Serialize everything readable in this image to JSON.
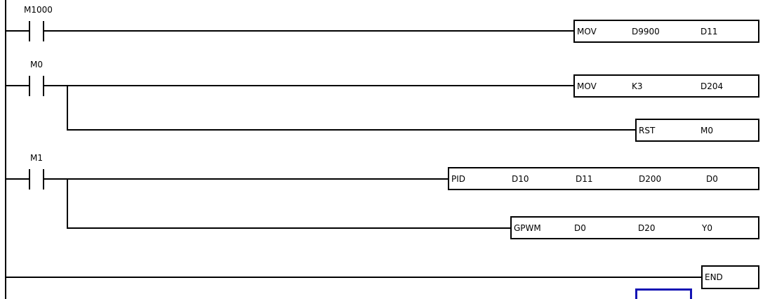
{
  "editor": {
    "type": "plc-ladder-diagram",
    "accent_color": "#1414b4",
    "line_color": "#000000",
    "background_color": "#ffffff"
  },
  "rungs": [
    {
      "id": "rung-1",
      "contacts": [
        {
          "label": "M1000",
          "type": "no-contact"
        }
      ],
      "instructions": [
        {
          "mnemonic": "MOV",
          "operands": [
            "D9900",
            "D11"
          ]
        }
      ]
    },
    {
      "id": "rung-2",
      "contacts": [
        {
          "label": "M0",
          "type": "no-contact"
        }
      ],
      "instructions": [
        {
          "mnemonic": "MOV",
          "operands": [
            "K3",
            "D204"
          ]
        },
        {
          "mnemonic": "RST",
          "operands": [
            "M0"
          ]
        }
      ]
    },
    {
      "id": "rung-3",
      "contacts": [
        {
          "label": "M1",
          "type": "no-contact"
        }
      ],
      "instructions": [
        {
          "mnemonic": "PID",
          "operands": [
            "D10",
            "D11",
            "D200",
            "D0"
          ]
        },
        {
          "mnemonic": "GPWM",
          "operands": [
            "D0",
            "D20",
            "Y0"
          ]
        }
      ]
    },
    {
      "id": "rung-4",
      "contacts": [],
      "instructions": [
        {
          "mnemonic": "END",
          "operands": []
        }
      ]
    }
  ],
  "labels": {
    "m1000": "M1000",
    "m0": "M0",
    "m1": "M1"
  },
  "boxes": {
    "mov1": {
      "mnemonic": "MOV",
      "op1": "D9900",
      "op2": "D11"
    },
    "mov2": {
      "mnemonic": "MOV",
      "op1": "K3",
      "op2": "D204"
    },
    "rst1": {
      "mnemonic": "RST",
      "op1": "M0"
    },
    "pid1": {
      "mnemonic": "PID",
      "op1": "D10",
      "op2": "D11",
      "op3": "D200",
      "op4": "D0"
    },
    "gpwm1": {
      "mnemonic": "GPWM",
      "op1": "D0",
      "op2": "D20",
      "op3": "Y0"
    },
    "end1": {
      "mnemonic": "END"
    }
  }
}
